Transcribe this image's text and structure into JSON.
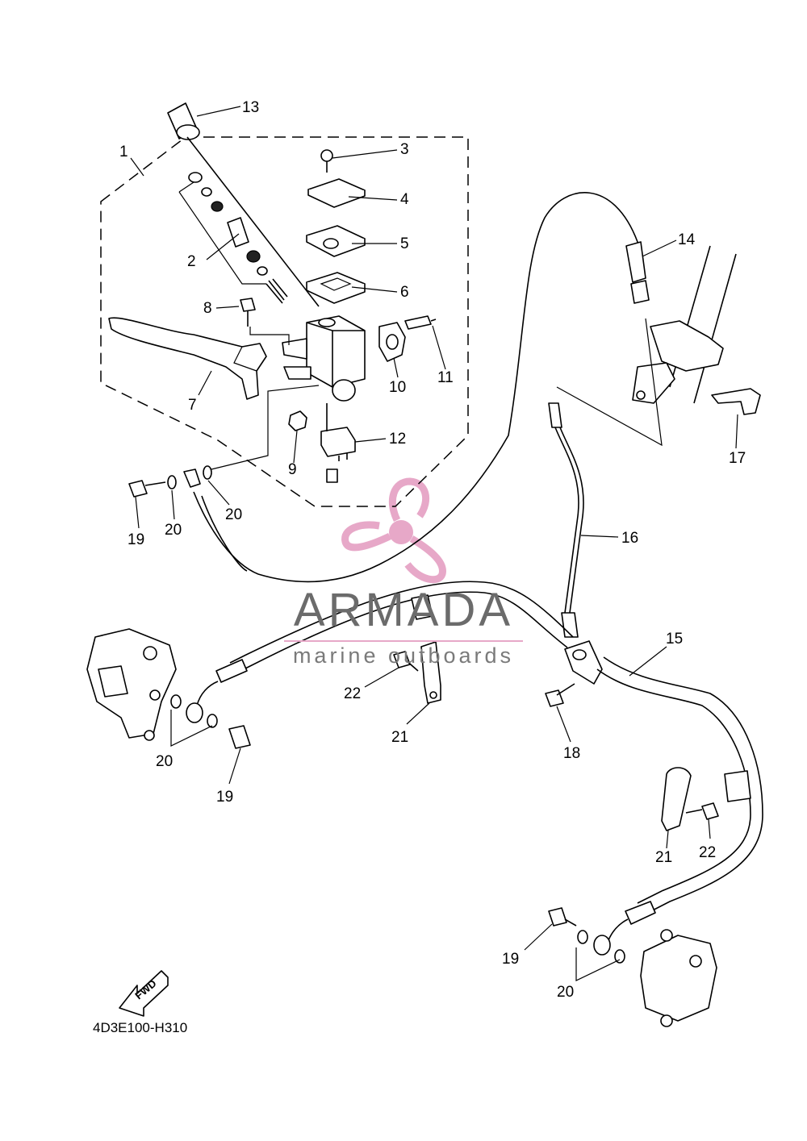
{
  "callouts": [
    {
      "label": "1"
    },
    {
      "label": "2"
    },
    {
      "label": "3"
    },
    {
      "label": "4"
    },
    {
      "label": "5"
    },
    {
      "label": "6"
    },
    {
      "label": "7"
    },
    {
      "label": "8"
    },
    {
      "label": "9"
    },
    {
      "label": "10"
    },
    {
      "label": "11"
    },
    {
      "label": "12"
    },
    {
      "label": "13"
    },
    {
      "label": "14"
    },
    {
      "label": "15"
    },
    {
      "label": "16"
    },
    {
      "label": "17"
    },
    {
      "label": "18"
    },
    {
      "label": "19"
    },
    {
      "label": "20"
    },
    {
      "label": "20"
    },
    {
      "label": "19"
    },
    {
      "label": "20"
    },
    {
      "label": "21"
    },
    {
      "label": "22"
    },
    {
      "label": "21"
    },
    {
      "label": "22"
    },
    {
      "label": "19"
    },
    {
      "label": "20"
    }
  ],
  "fwd_arrow": {
    "label": "FWD"
  },
  "watermark": {
    "title": "ARMADA",
    "subtitle": "marine outboards",
    "accent_color": "#e7a8c8"
  },
  "diagram_code": "4D3E100-H310"
}
